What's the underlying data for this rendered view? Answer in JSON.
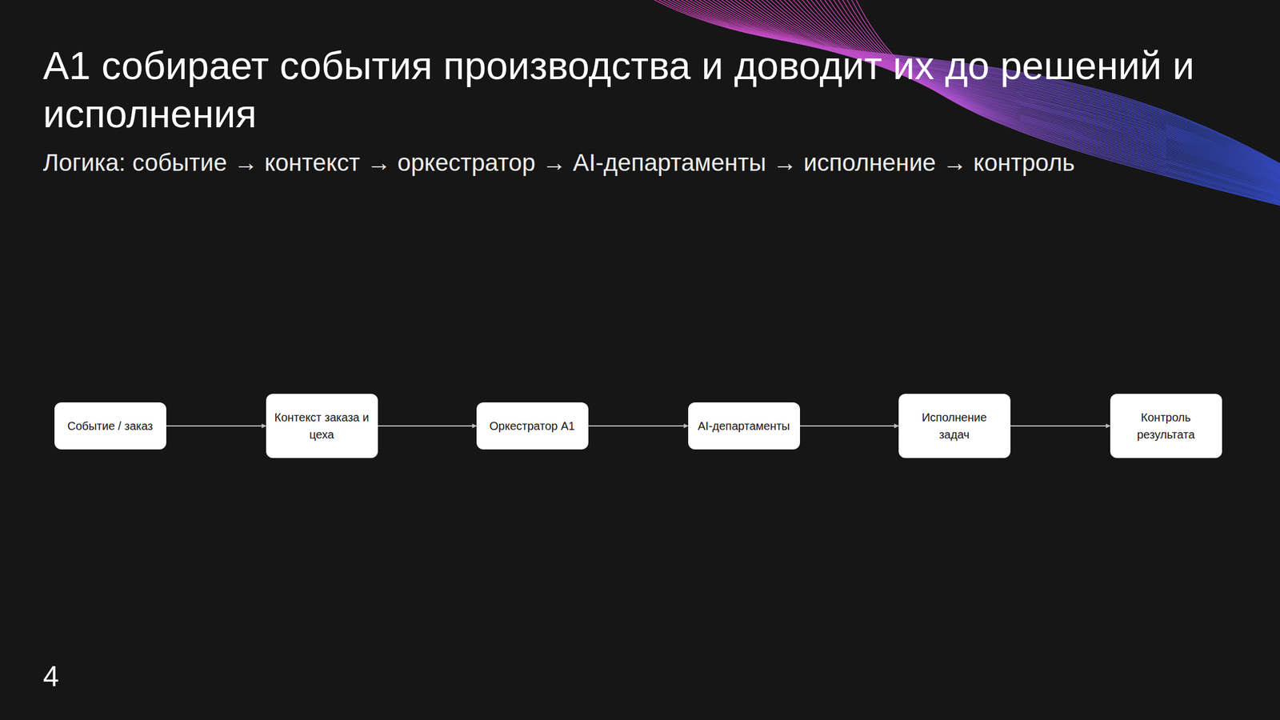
{
  "diagram": {
    "title": "A1 собирает события производства и доводит их до решений и исполнения",
    "nodes": [
      {
        "text": [
          "Событие / заказ"
        ]
      },
      {
        "text": [
          "Контекст заказа и цеха"
        ]
      },
      {
        "text": [
          "Оркестратор A1"
        ]
      },
      {
        "text": [
          "AI-департаменты"
        ]
      },
      {
        "text": [
          "Исполнение задач"
        ]
      },
      {
        "text": [
          "Контроль результата"
        ]
      }
    ],
    "edges": [
      {
        "from": 0,
        "to": 1,
        "arrow": "to"
      },
      {
        "from": 1,
        "to": 2,
        "arrow": "to"
      },
      {
        "from": 2,
        "to": 3,
        "arrow": "to"
      },
      {
        "from": 3,
        "to": 4,
        "arrow": "to"
      },
      {
        "from": 4,
        "to": 5,
        "arrow": "to"
      }
    ],
    "labels": [
      "Логика: событие → контекст → оркестратор → AI-департаменты → исполнение → контроль",
      "4"
    ]
  }
}
